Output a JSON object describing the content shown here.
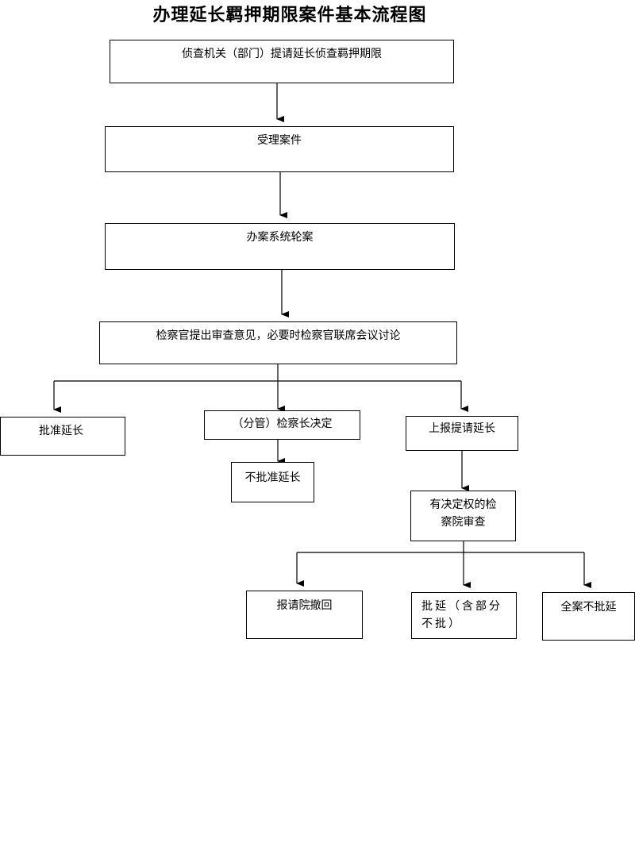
{
  "title": "办理延长羁押期限案件基本流程图",
  "nodes": {
    "request": "侦查机关（部门）提请延长侦查羁押期限",
    "accept": "受理案件",
    "assign": "办案系统轮案",
    "review": "检察官提出审查意见，必要时检察官联席会议讨论",
    "approve": "批准延长",
    "decide": "（分管）检察长决定",
    "reject": "不批准延长",
    "report": "上报提请延长",
    "higher_review": "有决定权的检察院审查",
    "withdraw": "报请院撤回",
    "partial": "批延（含部分不批）",
    "reject_all": "全案不批延"
  }
}
